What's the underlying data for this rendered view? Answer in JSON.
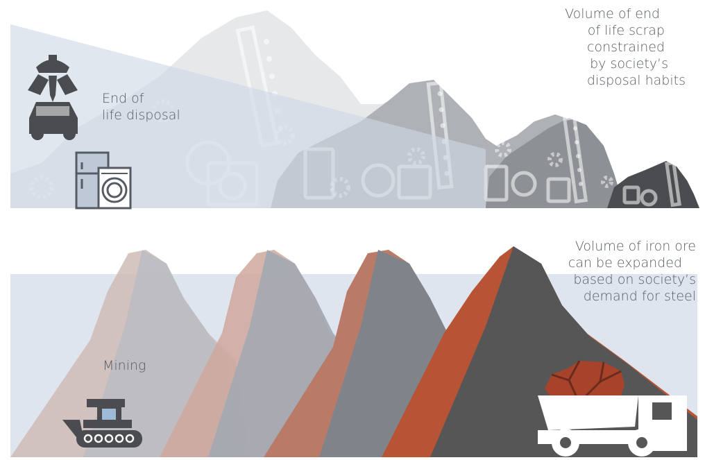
{
  "scrap_section": {
    "label": "End of life disposal",
    "label_lines": [
      "End of",
      "life disposal"
    ],
    "annotation": "Volume of end of life scrap constrained by society’s disposal habits",
    "annotation_lines": [
      "Volume of end",
      "of life scrap",
      "constrained",
      "by society’s",
      "disposal habits"
    ],
    "icons": [
      "crane-claw-car-icon",
      "fridge-icon",
      "washing-machine-icon",
      "scrap-heap-icon"
    ]
  },
  "ore_section": {
    "label": "Mining",
    "annotation": "Volume of iron ore can be expanded based on society’s demand for steel",
    "annotation_lines": [
      "Volume of iron ore",
      "can be expanded",
      "based on society’s",
      "demand for steel"
    ],
    "icons": [
      "bulldozer-icon",
      "dump-truck-icon",
      "iron-ore-rocks-icon",
      "mountain-icon"
    ]
  },
  "colors": {
    "band": "#dfe5ee",
    "scrap_dark": "#4a4c50",
    "scrap_mid": "#8d9196",
    "scrap_light": "#c9cbce",
    "ore_red": "#b85436",
    "mountain_dark": "#565656",
    "text": "#555b63"
  }
}
